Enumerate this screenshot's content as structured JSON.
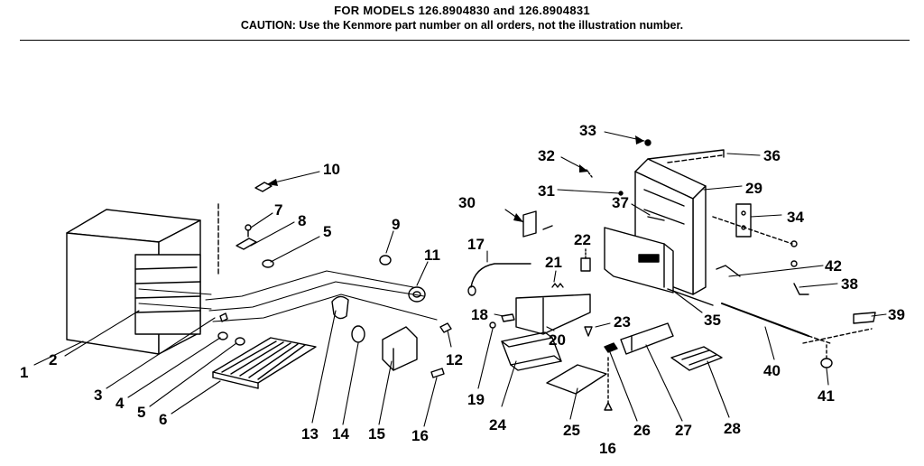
{
  "header": {
    "title": "FOR MODELS 126.8904830 and 126.8904831",
    "caution": "CAUTION: Use the Kenmore part number on all orders, not the illustration number."
  },
  "callouts": [
    {
      "id": "c1",
      "text": "1"
    },
    {
      "id": "c2",
      "text": "2"
    },
    {
      "id": "c3",
      "text": "3"
    },
    {
      "id": "c4",
      "text": "4"
    },
    {
      "id": "c5a",
      "text": "5"
    },
    {
      "id": "c5b",
      "text": "5"
    },
    {
      "id": "c6",
      "text": "6"
    },
    {
      "id": "c7",
      "text": "7"
    },
    {
      "id": "c8",
      "text": "8"
    },
    {
      "id": "c9",
      "text": "9"
    },
    {
      "id": "c10",
      "text": "10"
    },
    {
      "id": "c11",
      "text": "11"
    },
    {
      "id": "c12",
      "text": "12"
    },
    {
      "id": "c13",
      "text": "13"
    },
    {
      "id": "c14",
      "text": "14"
    },
    {
      "id": "c15",
      "text": "15"
    },
    {
      "id": "c16a",
      "text": "16"
    },
    {
      "id": "c16b",
      "text": "16"
    },
    {
      "id": "c17",
      "text": "17"
    },
    {
      "id": "c18",
      "text": "18"
    },
    {
      "id": "c19",
      "text": "19"
    },
    {
      "id": "c20",
      "text": "20"
    },
    {
      "id": "c21",
      "text": "21"
    },
    {
      "id": "c22",
      "text": "22"
    },
    {
      "id": "c23",
      "text": "23"
    },
    {
      "id": "c24",
      "text": "24"
    },
    {
      "id": "c25",
      "text": "25"
    },
    {
      "id": "c26",
      "text": "26"
    },
    {
      "id": "c27",
      "text": "27"
    },
    {
      "id": "c28",
      "text": "28"
    },
    {
      "id": "c29",
      "text": "29"
    },
    {
      "id": "c30",
      "text": "30"
    },
    {
      "id": "c31",
      "text": "31"
    },
    {
      "id": "c32",
      "text": "32"
    },
    {
      "id": "c33",
      "text": "33"
    },
    {
      "id": "c34",
      "text": "34"
    },
    {
      "id": "c35",
      "text": "35"
    },
    {
      "id": "c36",
      "text": "36"
    },
    {
      "id": "c37",
      "text": "37"
    },
    {
      "id": "c38",
      "text": "38"
    },
    {
      "id": "c39",
      "text": "39"
    },
    {
      "id": "c40",
      "text": "40"
    },
    {
      "id": "c41",
      "text": "41"
    },
    {
      "id": "c42",
      "text": "42"
    }
  ]
}
